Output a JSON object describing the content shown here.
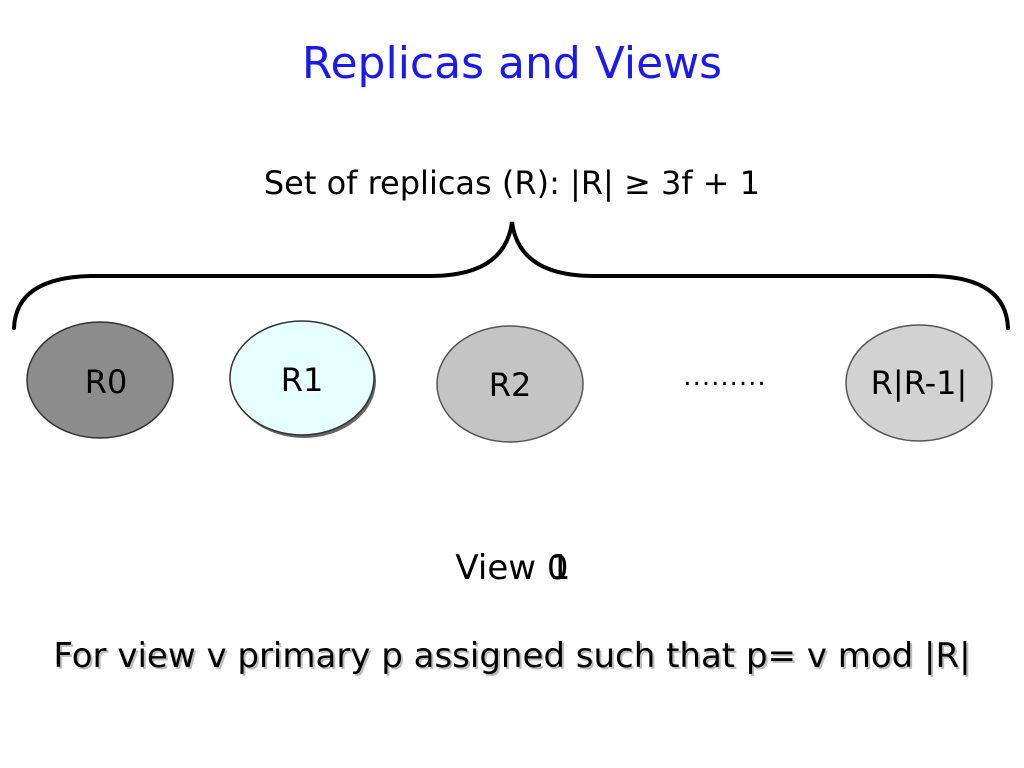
{
  "title": "Replicas and Views",
  "subtitle": "Set of replicas (R): |R| ≥ 3f + 1",
  "replicas": [
    {
      "label": "R0",
      "fill": "#8c8c8c"
    },
    {
      "label": "R1",
      "fill": "#e6ffff"
    },
    {
      "label": "R2",
      "fill": "#c4c4c4"
    },
    {
      "label": "R|R-1|",
      "fill": "#d2d2d2"
    }
  ],
  "ellipsis": ".........",
  "view": {
    "prefix": "View ",
    "number": "0",
    "overlay_number": "1"
  },
  "rule": "For view v primary p assigned such that p= v mod |R|",
  "colors": {
    "title": "#1a1aee",
    "stroke": "#000000"
  }
}
